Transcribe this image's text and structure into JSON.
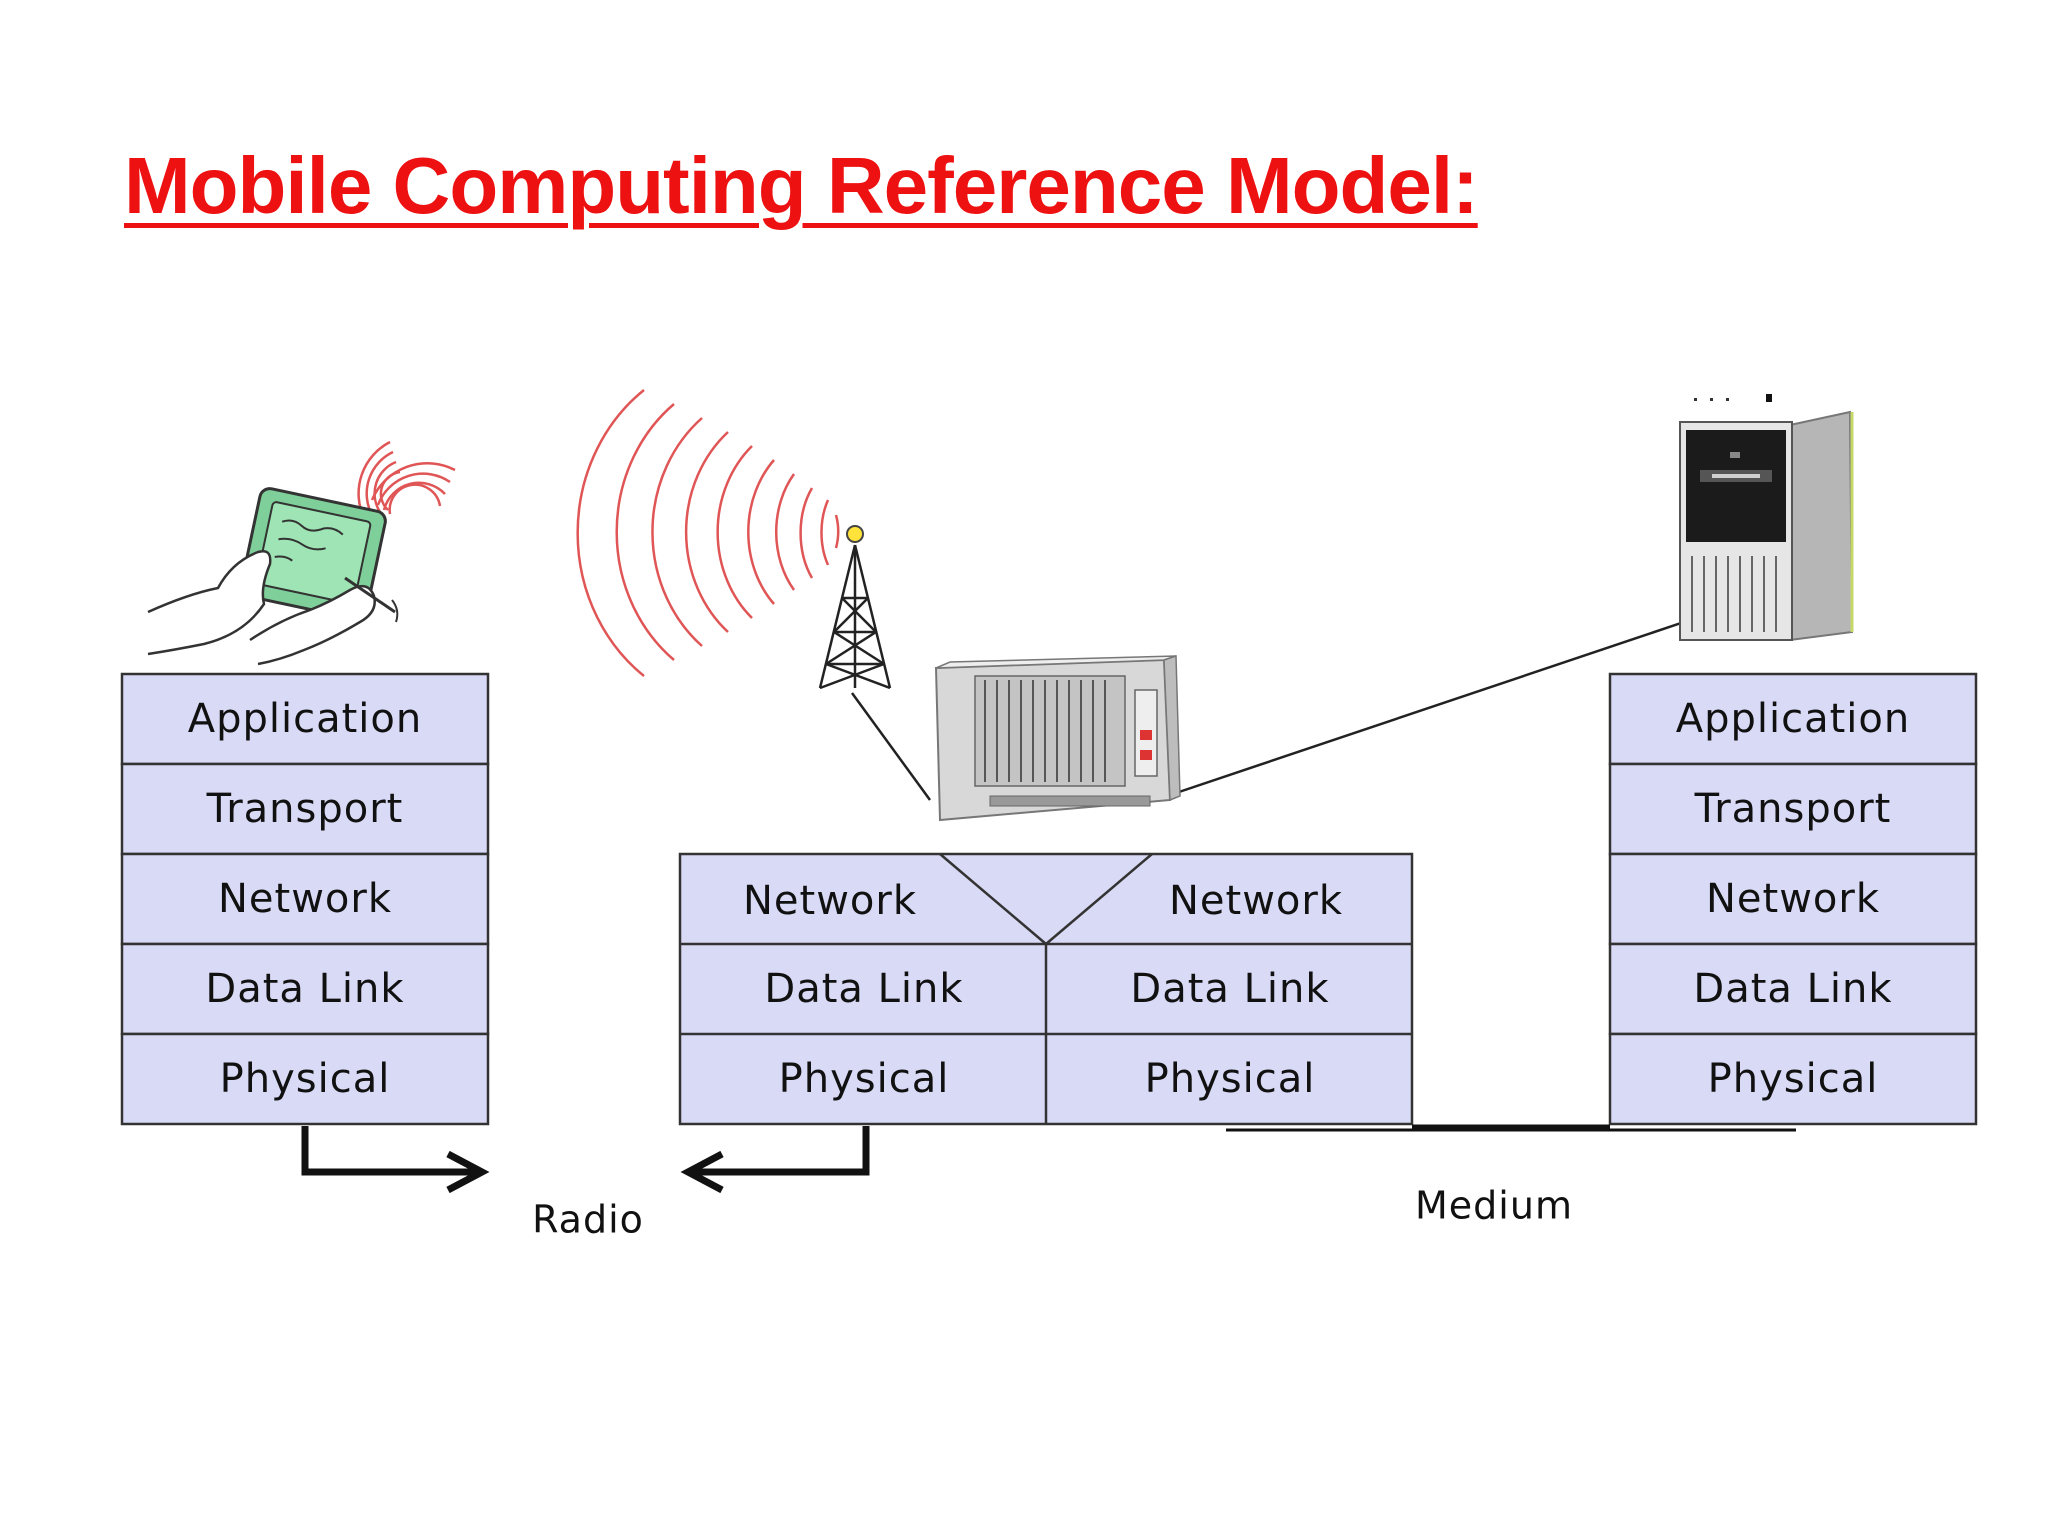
{
  "title": "Mobile Computing Reference Model:",
  "stacks": {
    "mobile": [
      "Application",
      "Transport",
      "Network",
      "Data Link",
      "Physical"
    ],
    "base_station": {
      "left": [
        "Network",
        "Data Link",
        "Physical"
      ],
      "right": [
        "Network",
        "Data Link",
        "Physical"
      ]
    },
    "server": [
      "Application",
      "Transport",
      "Network",
      "Data Link",
      "Physical"
    ]
  },
  "links": {
    "radio": "Radio",
    "medium": "Medium"
  },
  "colors": {
    "title": "#ee1111",
    "layer_fill": "#d9dbf6",
    "radio_waves": "#e05555",
    "pda_screen": "#9ee4b4"
  },
  "icons": [
    "pda-device-icon",
    "radio-tower-icon",
    "base-station-rack-icon",
    "server-tower-icon"
  ]
}
